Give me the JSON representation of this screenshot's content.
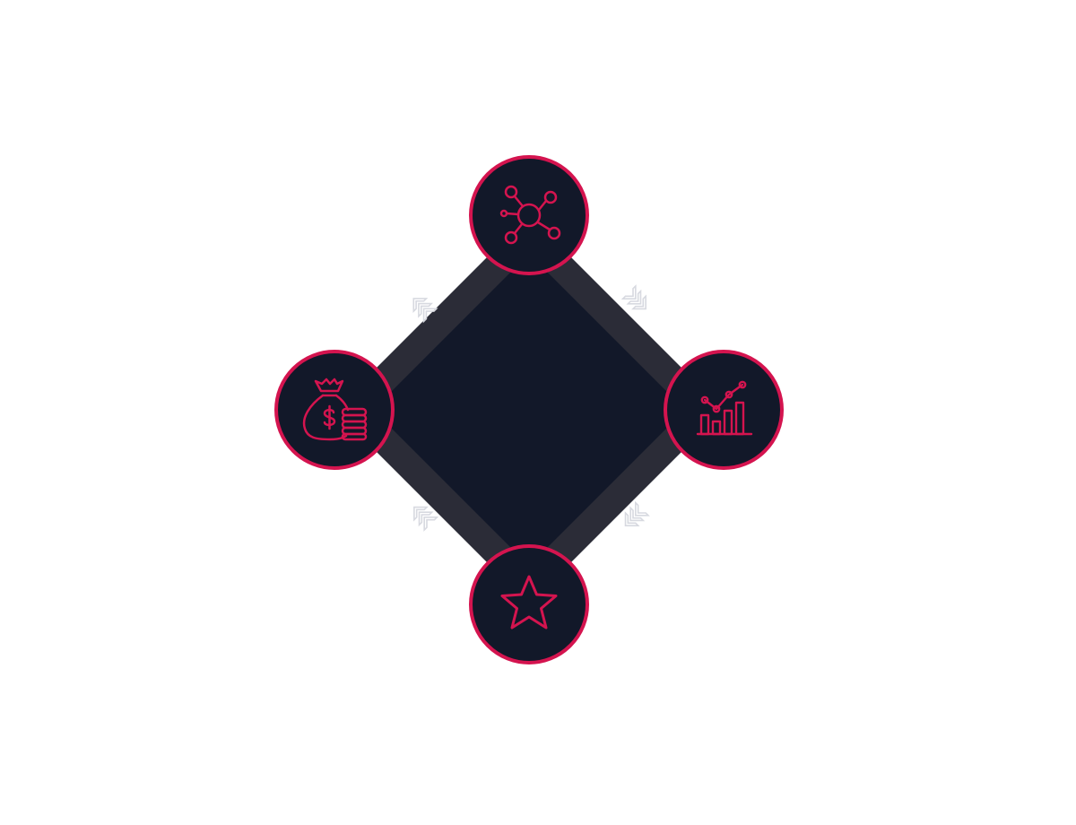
{
  "diagram": {
    "type": "cycle",
    "colors": {
      "background": "#ffffff",
      "ring": "#2b2c37",
      "ring_inner": "#121829",
      "node_fill": "#121829",
      "accent": "#d4144f",
      "arrow": "#d7d9e0"
    },
    "nodes": [
      {
        "id": "top",
        "icon": "network-icon"
      },
      {
        "id": "right",
        "icon": "growth-chart-icon"
      },
      {
        "id": "bottom",
        "icon": "star-icon"
      },
      {
        "id": "left",
        "icon": "money-bag-coins-icon"
      }
    ],
    "connectors": [
      {
        "from": "left",
        "to": "top",
        "icon": "triple-chevron-icon"
      },
      {
        "from": "top",
        "to": "right",
        "icon": "triple-chevron-icon"
      },
      {
        "from": "right",
        "to": "bottom",
        "icon": "triple-chevron-icon"
      },
      {
        "from": "bottom",
        "to": "left",
        "icon": "triple-chevron-icon"
      }
    ]
  }
}
